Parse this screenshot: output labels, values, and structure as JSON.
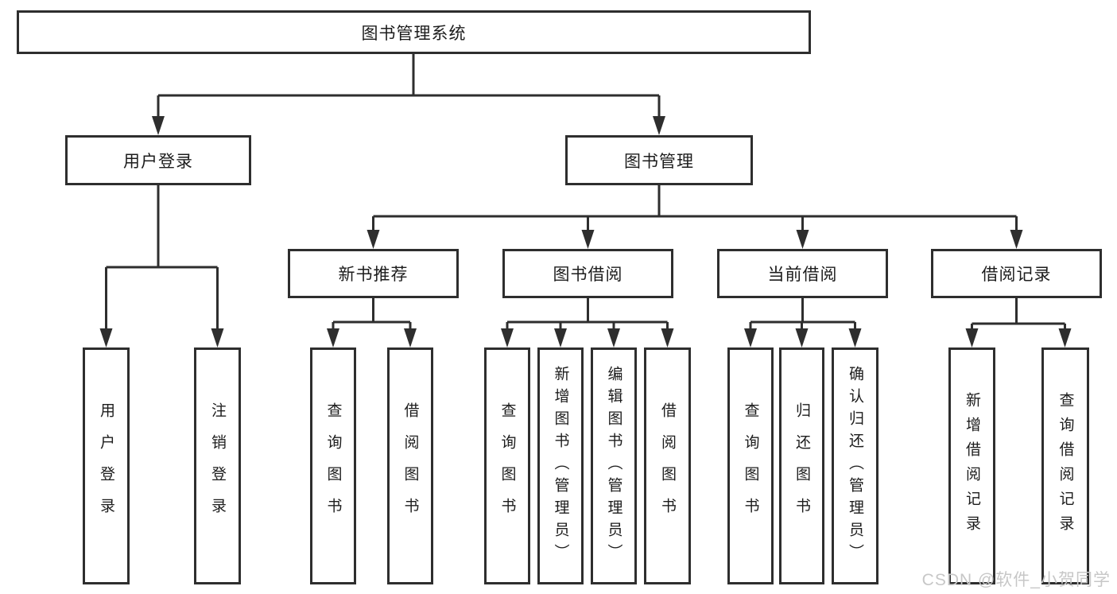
{
  "root": {
    "label": "图书管理系统"
  },
  "level2": {
    "user_login": {
      "label": "用户登录"
    },
    "book_mgmt": {
      "label": "图书管理"
    }
  },
  "level3": {
    "new_book_rec": {
      "label": "新书推荐"
    },
    "book_borrow": {
      "label": "图书借阅"
    },
    "current_borrow": {
      "label": "当前借阅"
    },
    "borrow_records": {
      "label": "借阅记录"
    }
  },
  "leaves": {
    "user_login": {
      "label": "用户登录",
      "parent": "用户登录"
    },
    "logout": {
      "label": "注销登录",
      "parent": "用户登录"
    },
    "query_book_1": {
      "label": "查询图书",
      "parent": "新书推荐"
    },
    "borrow_book_1": {
      "label": "借阅图书",
      "parent": "新书推荐"
    },
    "query_book_2": {
      "label": "查询图书",
      "parent": "图书借阅"
    },
    "add_book": {
      "label": "新增图书（管理员）",
      "parent": "图书借阅"
    },
    "edit_book": {
      "label": "编辑图书（管理员）",
      "parent": "图书借阅"
    },
    "borrow_book_2": {
      "label": "借阅图书",
      "parent": "图书借阅"
    },
    "query_book_3": {
      "label": "查询图书",
      "parent": "当前借阅"
    },
    "return_book": {
      "label": "归还图书",
      "parent": "当前借阅"
    },
    "confirm_return": {
      "label": "确认归还（管理员）",
      "parent": "当前借阅"
    },
    "add_record": {
      "label": "新增借阅记录",
      "parent": "借阅记录"
    },
    "query_record": {
      "label": "查询借阅记录",
      "parent": "借阅记录"
    }
  },
  "watermark": {
    "text": "CSDN @软件_小贺同学"
  },
  "colors": {
    "line": "#2e2e2e",
    "border": "#2e2e2e",
    "text": "#1c1c1c",
    "watermark": "#c7c7c7",
    "background": "#ffffff"
  }
}
